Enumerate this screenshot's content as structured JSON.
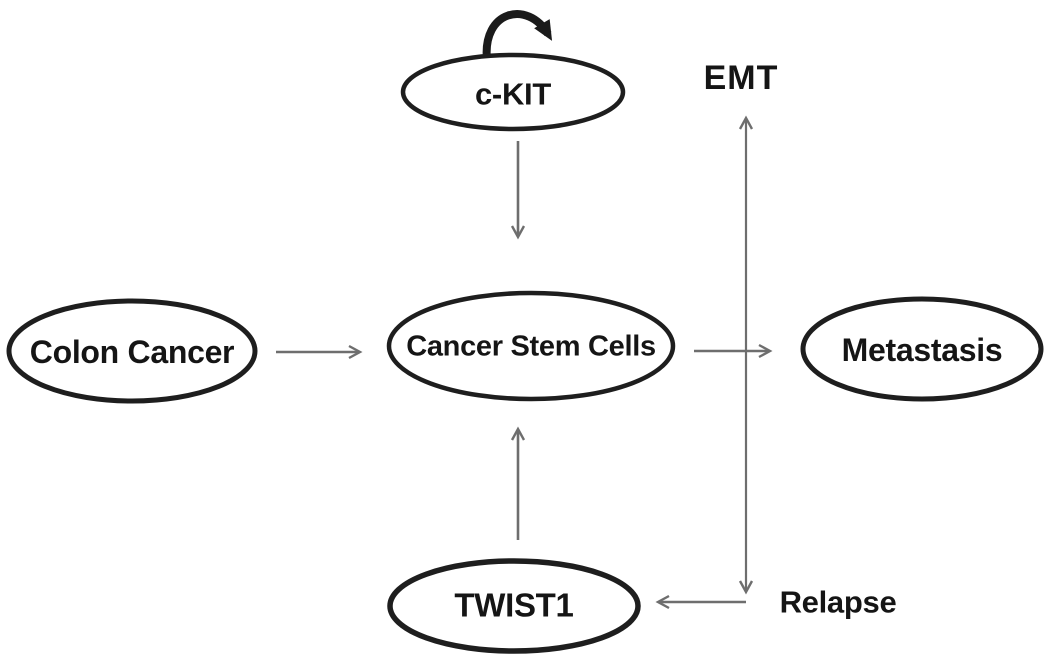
{
  "canvas": {
    "background": "#ffffff"
  },
  "colors": {
    "node_outline": "#1e1e1e",
    "arrow": "#6e6e6e",
    "self_loop_arrow": "#1b1b1b",
    "text": "#151515"
  },
  "nodes": [
    {
      "id": "c-kit",
      "label": "c-KIT",
      "shape": "ellipse"
    },
    {
      "id": "colon-cancer",
      "label": "Colon Cancer",
      "shape": "ellipse"
    },
    {
      "id": "cancer-stem-cells",
      "label": "Cancer Stem Cells",
      "shape": "ellipse"
    },
    {
      "id": "metastasis",
      "label": "Metastasis",
      "shape": "ellipse"
    },
    {
      "id": "twist1",
      "label": "TWIST1",
      "shape": "ellipse"
    }
  ],
  "labels": [
    {
      "id": "emt",
      "text": "EMT"
    },
    {
      "id": "relapse",
      "text": "Relapse"
    }
  ],
  "edges": [
    {
      "from": "c-kit",
      "to": "c-kit",
      "style": "thick-self-loop"
    },
    {
      "from": "c-kit",
      "to": "cancer-stem-cells",
      "style": "arrow"
    },
    {
      "from": "colon-cancer",
      "to": "cancer-stem-cells",
      "style": "arrow"
    },
    {
      "from": "twist1",
      "to": "cancer-stem-cells",
      "style": "arrow"
    },
    {
      "from": "cancer-stem-cells",
      "to": "metastasis",
      "style": "arrow"
    },
    {
      "from": "relapse",
      "to": "emt",
      "style": "double-headed-arrow"
    },
    {
      "from": "relapse",
      "to": "twist1",
      "style": "arrow"
    }
  ]
}
